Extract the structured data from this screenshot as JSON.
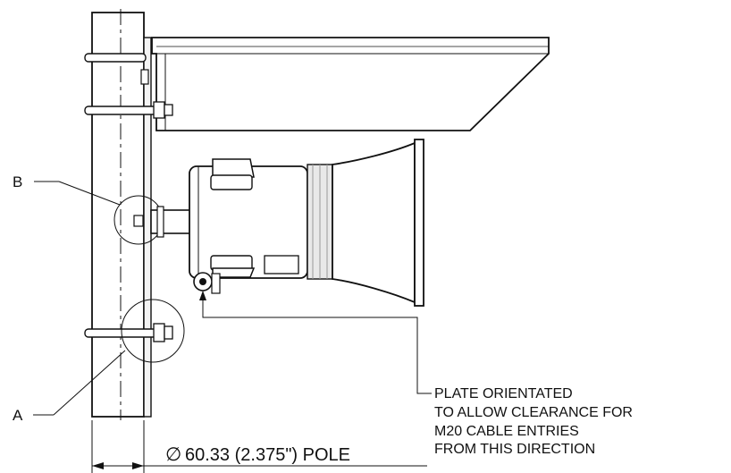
{
  "callouts": {
    "b": "B",
    "a": "A"
  },
  "note": {
    "line1": "PLATE ORIENTATED",
    "line2": "TO ALLOW CLEARANCE FOR",
    "line3": "M20 CABLE ENTRIES",
    "line4": "FROM THIS DIRECTION"
  },
  "dimension": {
    "diameter_symbol": "∅",
    "value": "60.33 (2.375\") POLE"
  }
}
